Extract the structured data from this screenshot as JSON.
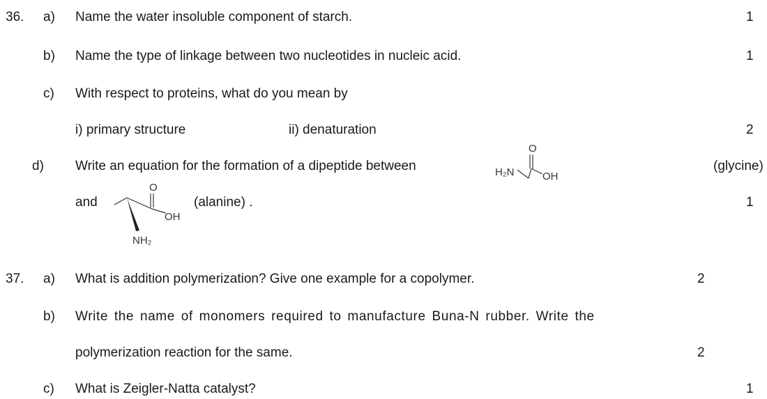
{
  "q36": {
    "number": "36.",
    "a": {
      "label": "a)",
      "text": "Name the water insoluble component of starch.",
      "marks": "1"
    },
    "b": {
      "label": "b)",
      "text": "Name the type of linkage between two nucleotides in nucleic acid.",
      "marks": "1"
    },
    "c": {
      "label": "c)",
      "text": "With respect to proteins, what do you mean by",
      "sub1": "i) primary structure",
      "sub2": "ii) denaturation",
      "marks": "2"
    },
    "d": {
      "label": "d)",
      "text": "Write an equation for the formation of a dipeptide between",
      "glycine_name": "(glycine)",
      "and": "and",
      "alanine_name": "(alanine) .",
      "marks": "1",
      "glycine_struct": {
        "amine": "H₂N",
        "oxygen": "O",
        "hydroxyl": "OH"
      },
      "alanine_struct": {
        "oxygen": "O",
        "hydroxyl": "OH",
        "amine": "NH₂"
      }
    }
  },
  "q37": {
    "number": "37.",
    "a": {
      "label": "a)",
      "text": "What is addition polymerization? Give one example for a copolymer.",
      "marks": "2"
    },
    "b": {
      "label": "b)",
      "text_line1": "Write the name of monomers required to manufacture Buna-N rubber. Write the",
      "text_line2": "polymerization reaction for the same.",
      "marks": "2"
    },
    "c": {
      "label": "c)",
      "text": "What is Zeigler-Natta catalyst?",
      "marks": "1"
    }
  }
}
